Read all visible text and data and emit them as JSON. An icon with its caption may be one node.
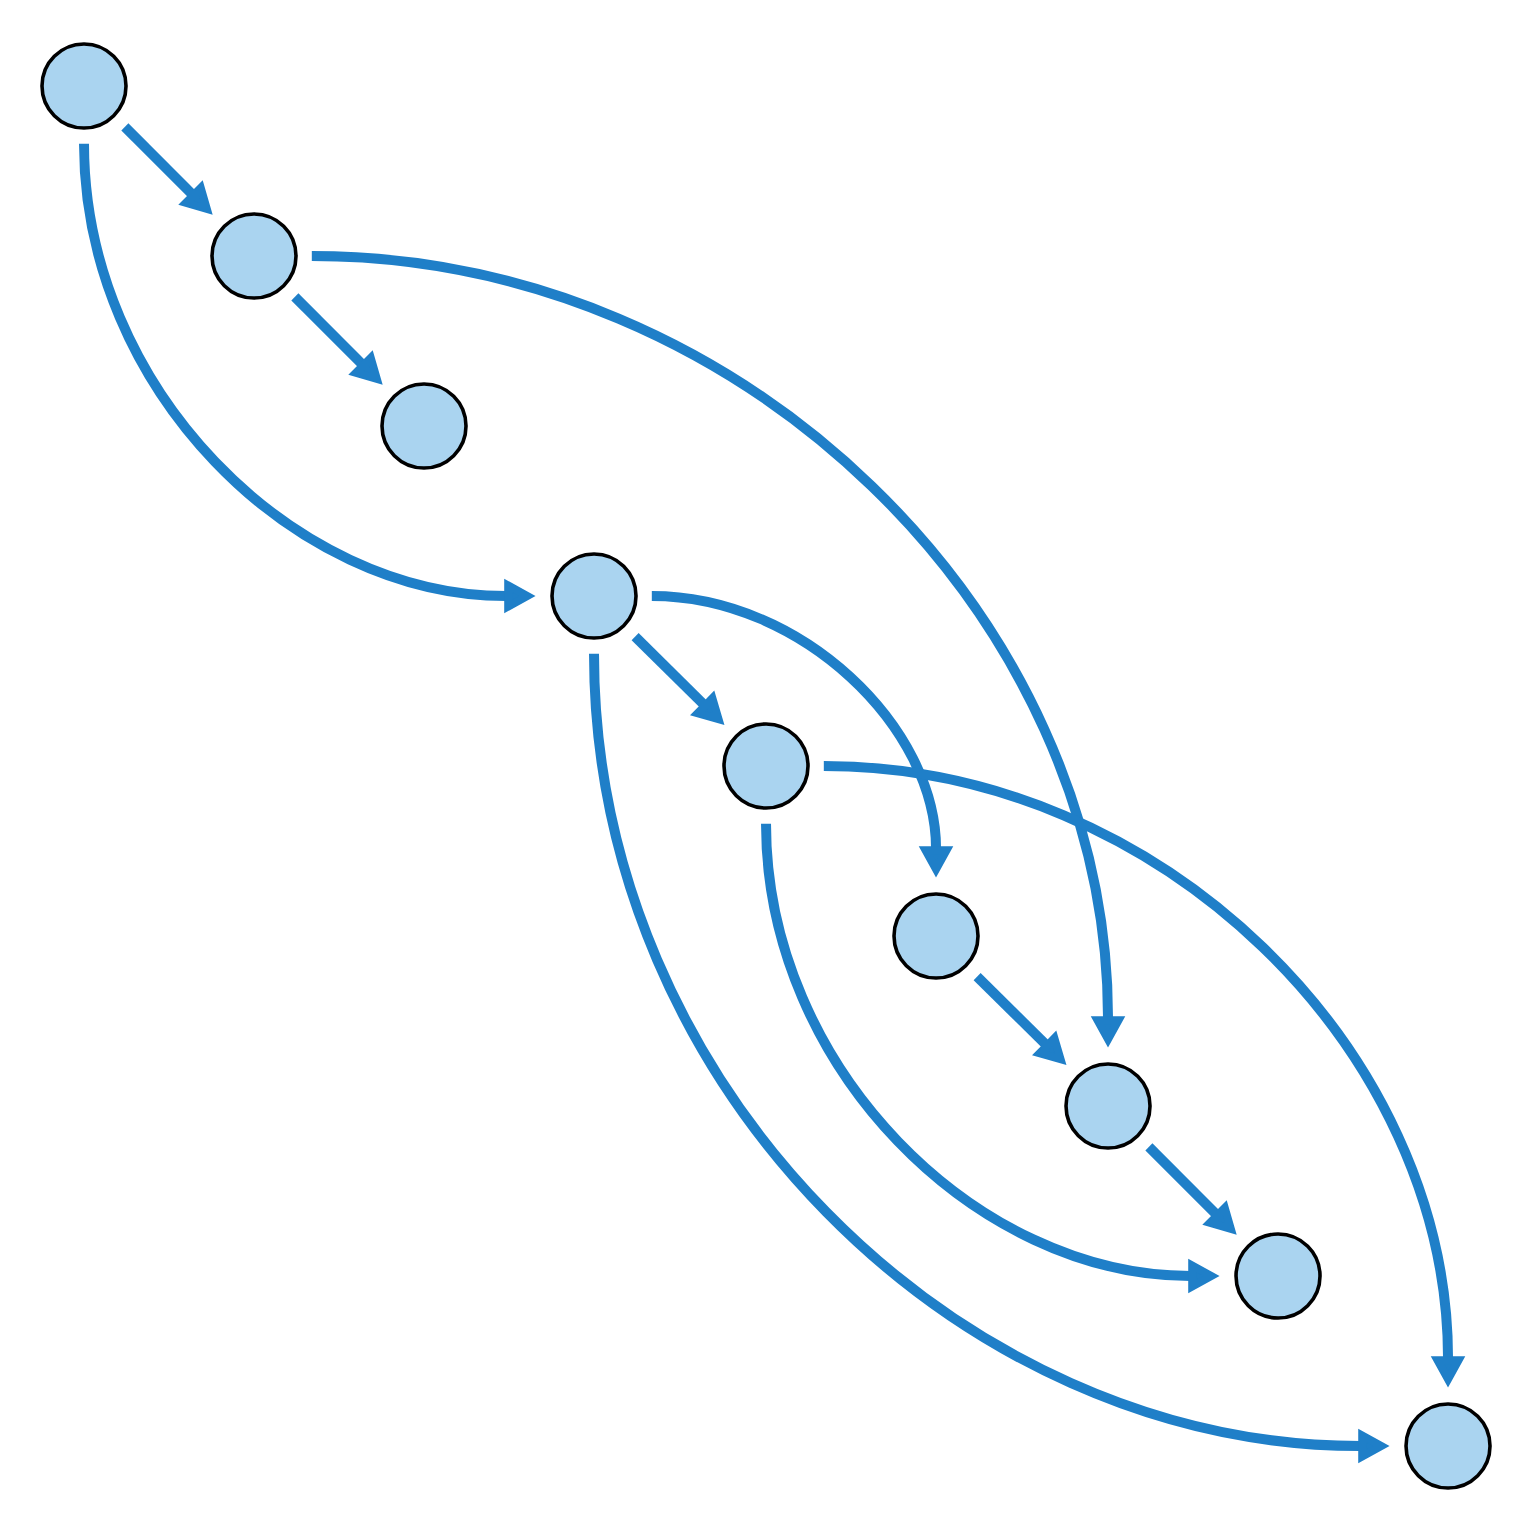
{
  "diagram": {
    "nodes": [
      {
        "text": [],
        "shape": "circle"
      },
      {
        "text": [],
        "shape": "circle"
      },
      {
        "text": [],
        "shape": "circle"
      },
      {
        "text": [],
        "shape": "circle"
      },
      {
        "text": [],
        "shape": "circle"
      },
      {
        "text": [],
        "shape": "circle"
      },
      {
        "text": [],
        "shape": "circle"
      },
      {
        "text": [],
        "shape": "circle"
      },
      {
        "text": [],
        "shape": "circle"
      }
    ],
    "edges": [
      {
        "from": 0,
        "to": 1,
        "arrow": "to"
      },
      {
        "from": 1,
        "to": 2,
        "arrow": "to"
      },
      {
        "from": 0,
        "to": 3,
        "arrow": "to"
      },
      {
        "from": 1,
        "to": 6,
        "arrow": "to"
      },
      {
        "from": 3,
        "to": 4,
        "arrow": "to"
      },
      {
        "from": 3,
        "to": 5,
        "arrow": "to"
      },
      {
        "from": 4,
        "to": 8,
        "arrow": "to"
      },
      {
        "from": 4,
        "to": 7,
        "arrow": "to"
      },
      {
        "from": 3,
        "to": 8,
        "arrow": "to"
      },
      {
        "from": 5,
        "to": 6,
        "arrow": "to"
      },
      {
        "from": 6,
        "to": 7,
        "arrow": "to"
      }
    ]
  }
}
